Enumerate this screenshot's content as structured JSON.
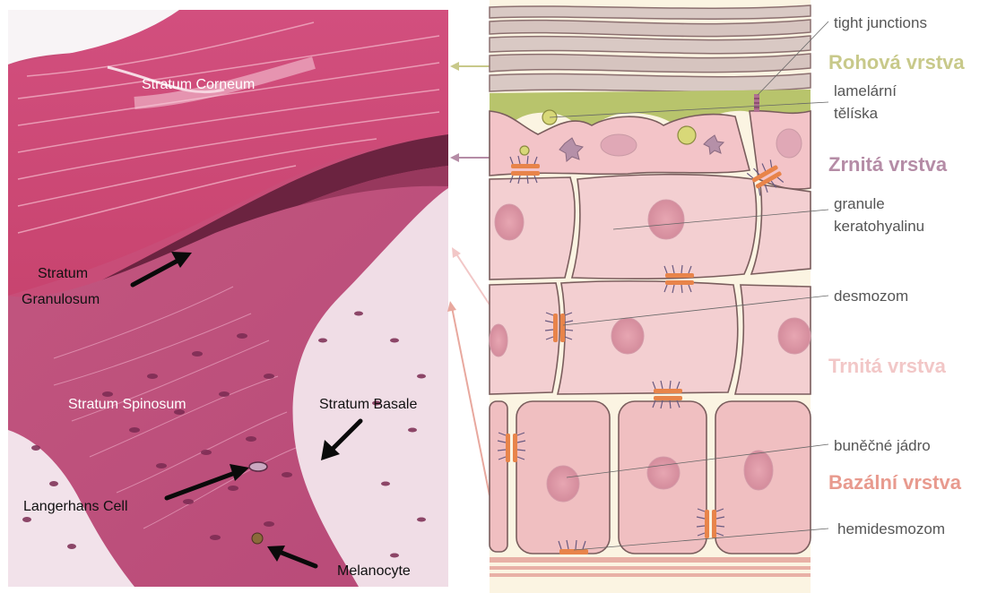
{
  "micrograph": {
    "labels": {
      "corneum": "Stratum Corneum",
      "granulosum_1": "Stratum",
      "granulosum_2": "Granulosum",
      "spinosum": "Stratum Spinosum",
      "basale": "Stratum Basale",
      "langerhans": "Langerhans Cell",
      "melanocyte": "Melanocyte"
    }
  },
  "schematic": {
    "structures": {
      "tight_junctions": "tight junctions",
      "lamellar_1": "lamelární",
      "lamellar_2": "tělíska",
      "granules_1": "granule",
      "granules_2": "keratohyalinu",
      "desmosome": "desmozom",
      "nucleus": "buněčné jádro",
      "hemidesmosome": "hemidesmozom"
    },
    "layers": {
      "corneum": "Rohová vrstva",
      "granulosum": "Zrnitá vrstva",
      "spinosum": "Trnitá vrstva",
      "basale": "Bazální vrstva"
    },
    "layer_colors": {
      "corneum": "#c8c98a",
      "granulosum": "#b58ca6",
      "spinosum": "#f2c7c7",
      "basale": "#e89a8e"
    }
  }
}
